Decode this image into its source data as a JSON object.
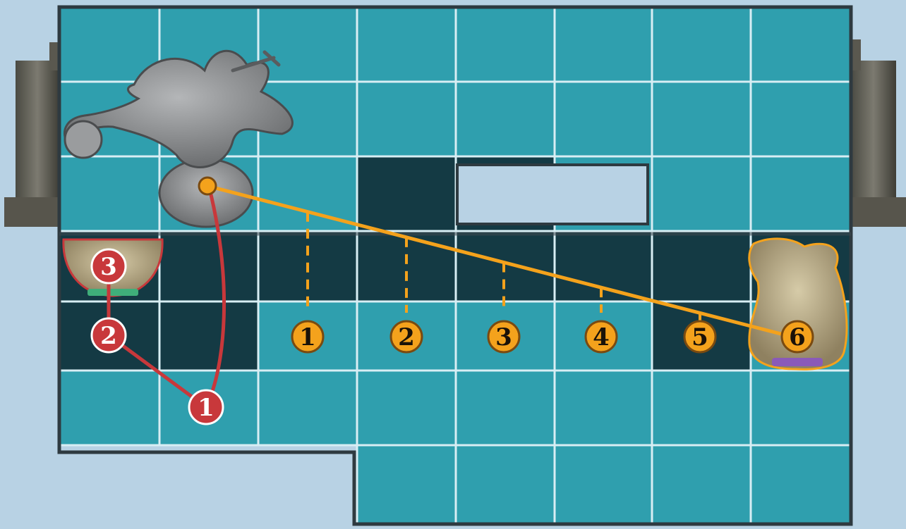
{
  "colors": {
    "background": "#b8d2e4",
    "tile": "#2f9fae",
    "tile_dark": "#143a44",
    "grid_line": "#d8eef4",
    "board_border": "#2e3a40",
    "movement_path": "#c8383b",
    "range_path": "#f4a21c",
    "model_grey": "#8a8c8e",
    "model_sand": "#b8a886"
  },
  "movement_markers": [
    {
      "label": "1",
      "icon": "red-circle-number"
    },
    {
      "label": "2",
      "icon": "red-circle-number"
    },
    {
      "label": "3",
      "icon": "red-circle-number"
    }
  ],
  "range_markers": [
    {
      "label": "1"
    },
    {
      "label": "2"
    },
    {
      "label": "3"
    },
    {
      "label": "4"
    },
    {
      "label": "5"
    },
    {
      "label": "6"
    }
  ],
  "figures": {
    "attacker": "grey-tentacled-monster-miniature",
    "target": "sand-colored-monster-miniature",
    "small_figure": "sand-colored-miniature-on-green-base"
  }
}
